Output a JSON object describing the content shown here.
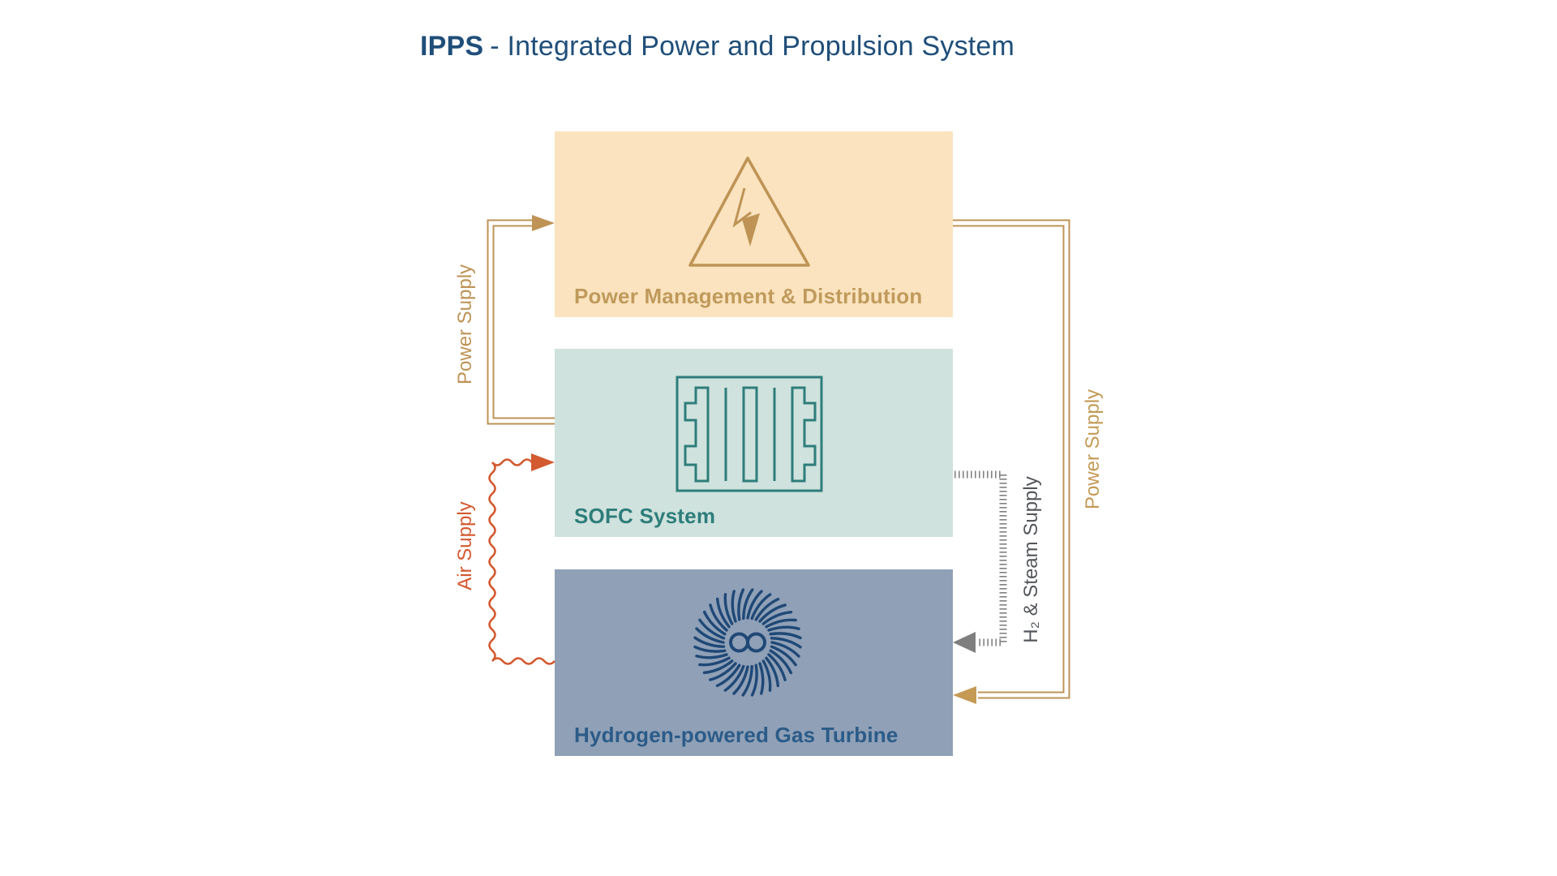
{
  "title": {
    "abbr": "IPPS",
    "rest": "- Integrated Power and Propulsion System",
    "color": "#1f4e79"
  },
  "blocks": [
    {
      "name": "Power Management & Distribution",
      "icon": "high-voltage-warning-triangle",
      "fill": "#fae3be",
      "text_color": "#c09a5c"
    },
    {
      "name": "SOFC System",
      "icon": "fuel-cell-stack",
      "fill": "#cfe2de",
      "text_color": "#2e7d7a"
    },
    {
      "name": "Hydrogen-powered Gas Turbine",
      "icon": "turbine-rotor",
      "fill": "#8fa0b7",
      "text_color": "#2b5b88"
    }
  ],
  "flows": [
    {
      "label": "Power Supply",
      "from": "SOFC System",
      "to": "Power Management & Distribution",
      "style": "double-line-arrow",
      "color": "#be9355"
    },
    {
      "label": "Power Supply",
      "from": "Power Management & Distribution",
      "to": "Hydrogen-powered Gas Turbine",
      "style": "double-line-arrow",
      "color": "#c49a55"
    },
    {
      "label": "Air Supply",
      "from": "Hydrogen-powered Gas Turbine",
      "to": "SOFC System",
      "style": "wavy-arrow",
      "color": "#d3592f"
    },
    {
      "label": "H₂ & Steam Supply",
      "from": "SOFC System",
      "to": "Hydrogen-powered Gas Turbine",
      "style": "hatched-arrow",
      "color": "#7f7f7f"
    }
  ]
}
